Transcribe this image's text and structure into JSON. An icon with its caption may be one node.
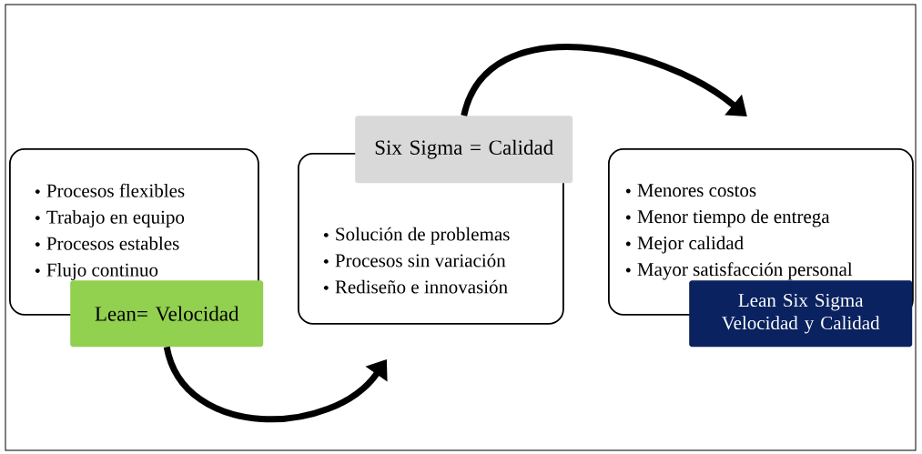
{
  "diagram": {
    "nodes": [
      {
        "text": [
          "Procesos flexibles",
          "Trabajo en equipo",
          "Procesos estables",
          "Flujo continuo"
        ]
      },
      {
        "text": [
          "Lean= Velocidad"
        ]
      },
      {
        "text": [
          "Solución de problemas",
          "Procesos sin variación",
          "Rediseño e innovasión"
        ]
      },
      {
        "text": [
          "Six Sigma = Calidad"
        ]
      },
      {
        "text": [
          "Menores costos",
          "Menor tiempo de entrega",
          "Mejor calidad",
          "Mayor satisfacción personal"
        ]
      },
      {
        "text": [
          "Lean Six Sigma Velocidad y Calidad"
        ]
      }
    ],
    "edges": [
      {
        "from": 1,
        "to": 2,
        "arrow": "to"
      },
      {
        "from": 3,
        "to": 4,
        "arrow": "to"
      }
    ]
  }
}
